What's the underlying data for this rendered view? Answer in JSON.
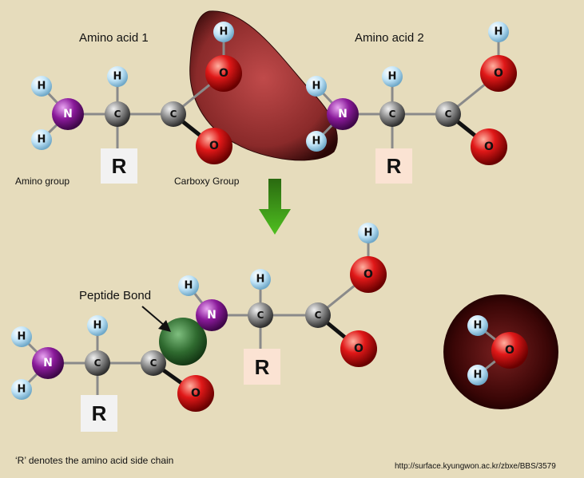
{
  "labels": {
    "amino_acid_1": "Amino acid 1",
    "amino_acid_2": "Amino acid 2",
    "amino_group": "Amino group",
    "carboxy_group": "Carboxy Group",
    "peptide_bond": "Peptide Bond",
    "footnote": "‘R’ denotes the amino acid side chain",
    "source_url": "http://surface.kyungwon.ac.kr/zbxe/BBS/3579"
  },
  "atom_symbols": {
    "hydrogen": "H",
    "nitrogen": "N",
    "carbon": "C",
    "oxygen": "O",
    "side_chain": "R"
  },
  "colors": {
    "background": "#e6dcbc",
    "hydrogen": "#bfe3f7",
    "nitrogen": "#8a1a9a",
    "carbon": "#8c8c8c",
    "oxygen": "#e01818",
    "water_removed_blob": "#8a2a2a",
    "peptide_bond_sphere": "#2f6a2f",
    "arrow": "#3a9a1a",
    "r_box_grey": "#f2f2f2",
    "r_box_peach": "#fbe3d3"
  }
}
